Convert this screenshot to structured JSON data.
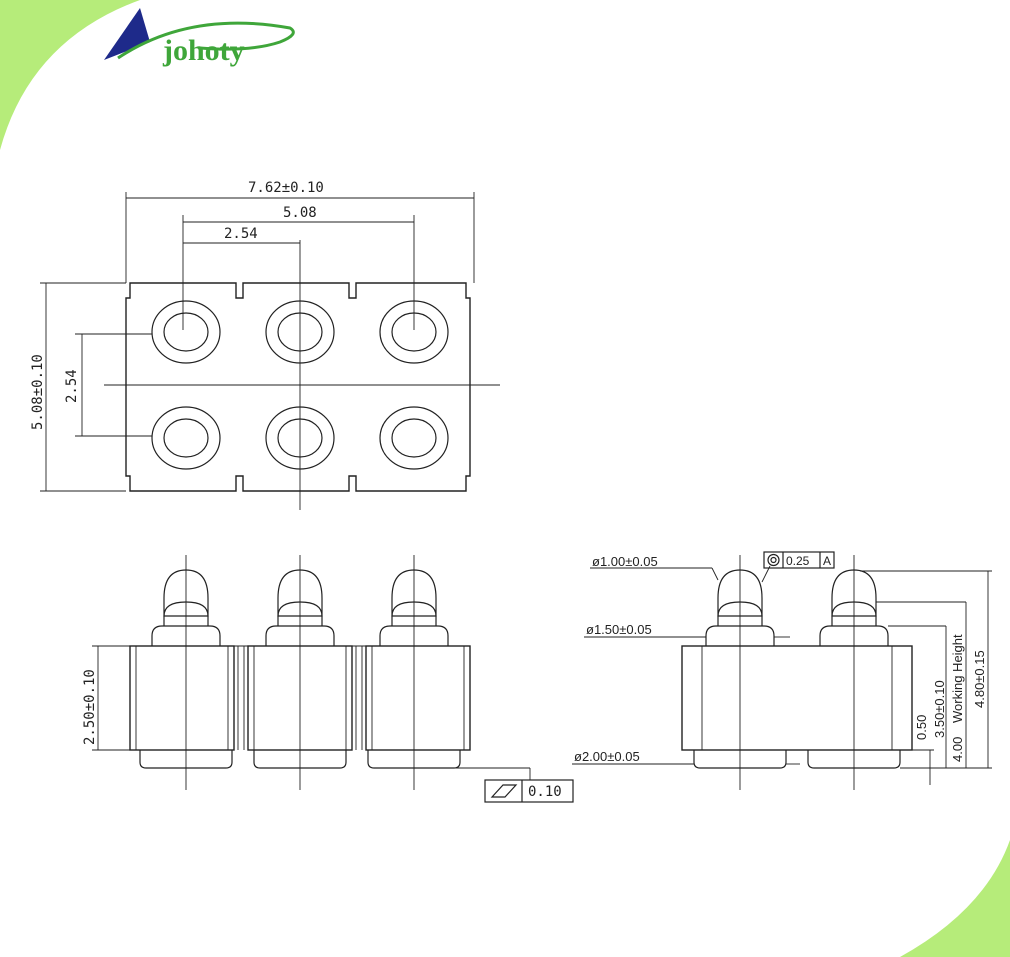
{
  "logo": {
    "text": "johoty"
  },
  "top_view": {
    "width_dim": "7.62±0.10",
    "pitch_dim": "5.08",
    "half_pitch_dim": "2.54",
    "height_dim": "5.08±0.10",
    "row_pitch_dim": "2.54"
  },
  "front_view": {
    "body_height_dim": "2.50±0.10",
    "flatness_value": "0.10"
  },
  "side_view": {
    "tip_diameter": "ø1.00±0.05",
    "mid_diameter": "ø1.50±0.05",
    "base_diameter": "ø2.00±0.05",
    "concentricity_value": "0.25",
    "datum": "A",
    "dim_050": "0.50",
    "dim_350": "3.50±0.10",
    "dim_400": "4.00",
    "working_height": "Working Height",
    "dim_480": "4.80±0.15"
  },
  "colors": {
    "accent_green": "#b6ec7a",
    "logo_blue": "#1e2a8a",
    "logo_green": "#3fa63a"
  }
}
